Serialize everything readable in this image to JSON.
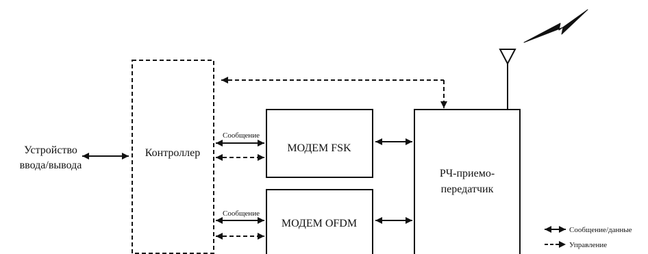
{
  "io_device": {
    "line1": "Устройство",
    "line2": "ввода/вывода"
  },
  "controller": {
    "label": "Контроллер"
  },
  "modem_fsk": {
    "label": "МОДЕМ FSK",
    "message_label": "Сообщение"
  },
  "modem_ofdm": {
    "label": "МОДЕМ OFDM",
    "message_label": "Сообщение"
  },
  "rf_transceiver": {
    "line1": "РЧ-приемо-",
    "line2": "передатчик"
  },
  "legend": {
    "message_data": "Сообщение/данные",
    "control": "Управление"
  },
  "colors": {
    "ink": "#111111",
    "background": "#ffffff"
  },
  "icons": {
    "antenna": "antenna-icon",
    "signal": "lightning-signal-icon"
  }
}
